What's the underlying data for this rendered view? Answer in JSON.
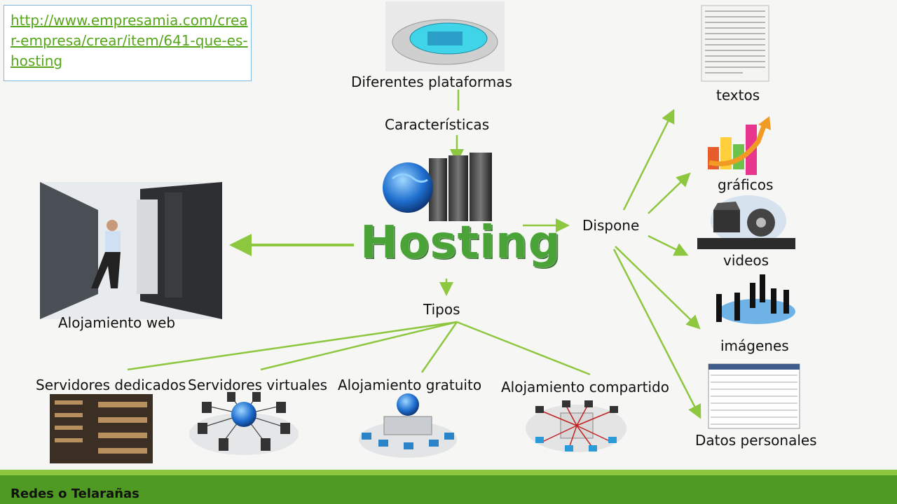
{
  "url_box": {
    "link_text": "http://www.empresamia.com/crear-empresa/crear/item/641-que-es-hosting"
  },
  "center": {
    "title": "Hosting"
  },
  "top": {
    "platforms_label": "Diferentes plataformas",
    "features_label": "Características"
  },
  "left": {
    "web_hosting_label": "Alojamiento web"
  },
  "types": {
    "label": "Tipos",
    "items": [
      "Servidores dedicados",
      "Servidores virtuales",
      "Alojamiento gratuito",
      "Alojamiento compartido"
    ]
  },
  "dispone": {
    "label": "Dispone",
    "items": [
      "textos",
      "gráficos",
      "videos",
      "imágenes",
      "Datos personales"
    ]
  },
  "footer": {
    "label": "Redes o Telarañas"
  },
  "colors": {
    "arrow": "#8dc63f",
    "title": "#4aa336",
    "footer": "#4f9a22",
    "link": "#57a51a"
  }
}
